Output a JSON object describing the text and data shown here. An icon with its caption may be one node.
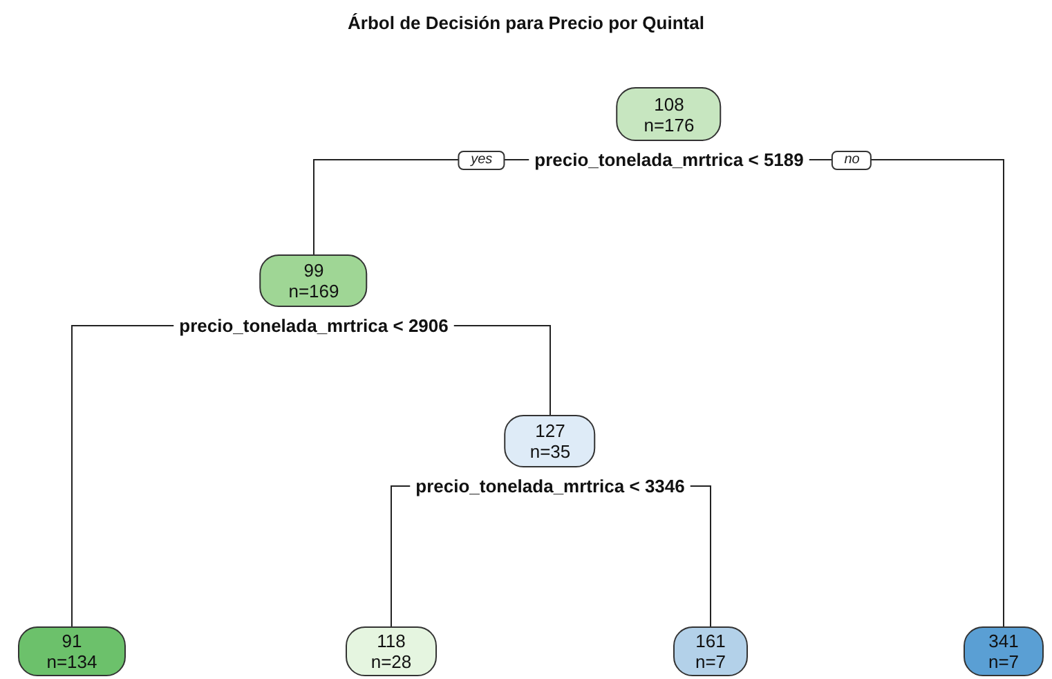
{
  "diagram": {
    "title": "Árbol de Decisión para Precio por Quintal",
    "nodes": [
      {
        "text": [
          "108",
          "n=176"
        ],
        "beside": [
          "precio_tonelada_mrtrica < 5189"
        ]
      },
      {
        "text": [
          "99",
          "n=169"
        ],
        "beside": [
          "precio_tonelada_mrtrica < 2906"
        ]
      },
      {
        "text": [
          "127",
          "n=35"
        ],
        "beside": [
          "precio_tonelada_mrtrica < 3346"
        ]
      },
      {
        "text": [
          "91",
          "n=134"
        ]
      },
      {
        "text": [
          "118",
          "n=28"
        ]
      },
      {
        "text": [
          "161",
          "n=7"
        ]
      },
      {
        "text": [
          "341",
          "n=7"
        ]
      }
    ],
    "edges": [
      {
        "from": 0,
        "to": 1,
        "arrow": "none",
        "label": "yes"
      },
      {
        "from": 0,
        "to": 6,
        "arrow": "none",
        "label": "no"
      },
      {
        "from": 1,
        "to": 3,
        "arrow": "none"
      },
      {
        "from": 1,
        "to": 2,
        "arrow": "none"
      },
      {
        "from": 2,
        "to": 4,
        "arrow": "none"
      },
      {
        "from": 2,
        "to": 5,
        "arrow": "none"
      }
    ]
  }
}
